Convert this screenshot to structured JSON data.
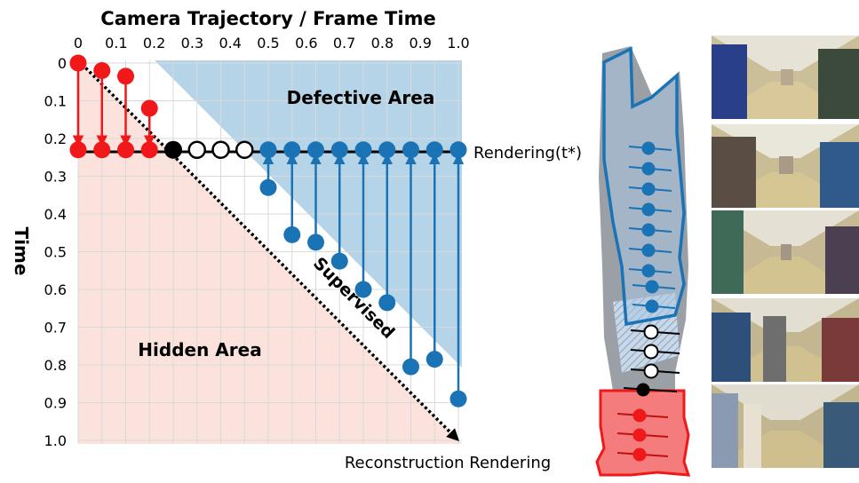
{
  "title": "Camera Trajectory / Frame Time",
  "x_ticks": [
    "0",
    "0.1",
    "0.2",
    "0.3",
    "0.4",
    "0.5",
    "0.6",
    "0.7",
    "0.8",
    "0.9",
    "1.0"
  ],
  "y_ticks": [
    "0",
    "0.1",
    "0.2",
    "0.3",
    "0.4",
    "0.5",
    "0.6",
    "0.7",
    "0.8",
    "0.9",
    "1.0"
  ],
  "y_axis_label": "Time",
  "defective_area_label": "Defective Area",
  "hidden_area_label": "Hidden Area",
  "supervised_label": "Supervised",
  "rendering_label": "Rendering(t*)",
  "reconstruction_label": "Reconstruction Rendering",
  "colors": {
    "red": "#f01818",
    "blue": "#1a73b5",
    "defective_fill": "#b5d4e8",
    "hidden_fill": "#fbe2dc",
    "grid": "#d9d9d9"
  },
  "rendering_time": 0.23,
  "red_points": [
    {
      "x": 0.0,
      "t": 0.0
    },
    {
      "x": 0.0625,
      "t": 0.02
    },
    {
      "x": 0.125,
      "t": 0.035
    },
    {
      "x": 0.1875,
      "t": 0.12
    }
  ],
  "black_point": {
    "x": 0.25,
    "t": 0.23
  },
  "open_points": [
    0.3125,
    0.375,
    0.4375
  ],
  "blue_points": [
    {
      "x": 0.5,
      "t": 0.33
    },
    {
      "x": 0.5625,
      "t": 0.455
    },
    {
      "x": 0.625,
      "t": 0.475
    },
    {
      "x": 0.6875,
      "t": 0.525
    },
    {
      "x": 0.75,
      "t": 0.6
    },
    {
      "x": 0.8125,
      "t": 0.635
    },
    {
      "x": 0.875,
      "t": 0.805
    },
    {
      "x": 0.9375,
      "t": 0.785
    },
    {
      "x": 1.0,
      "t": 0.89
    }
  ]
}
